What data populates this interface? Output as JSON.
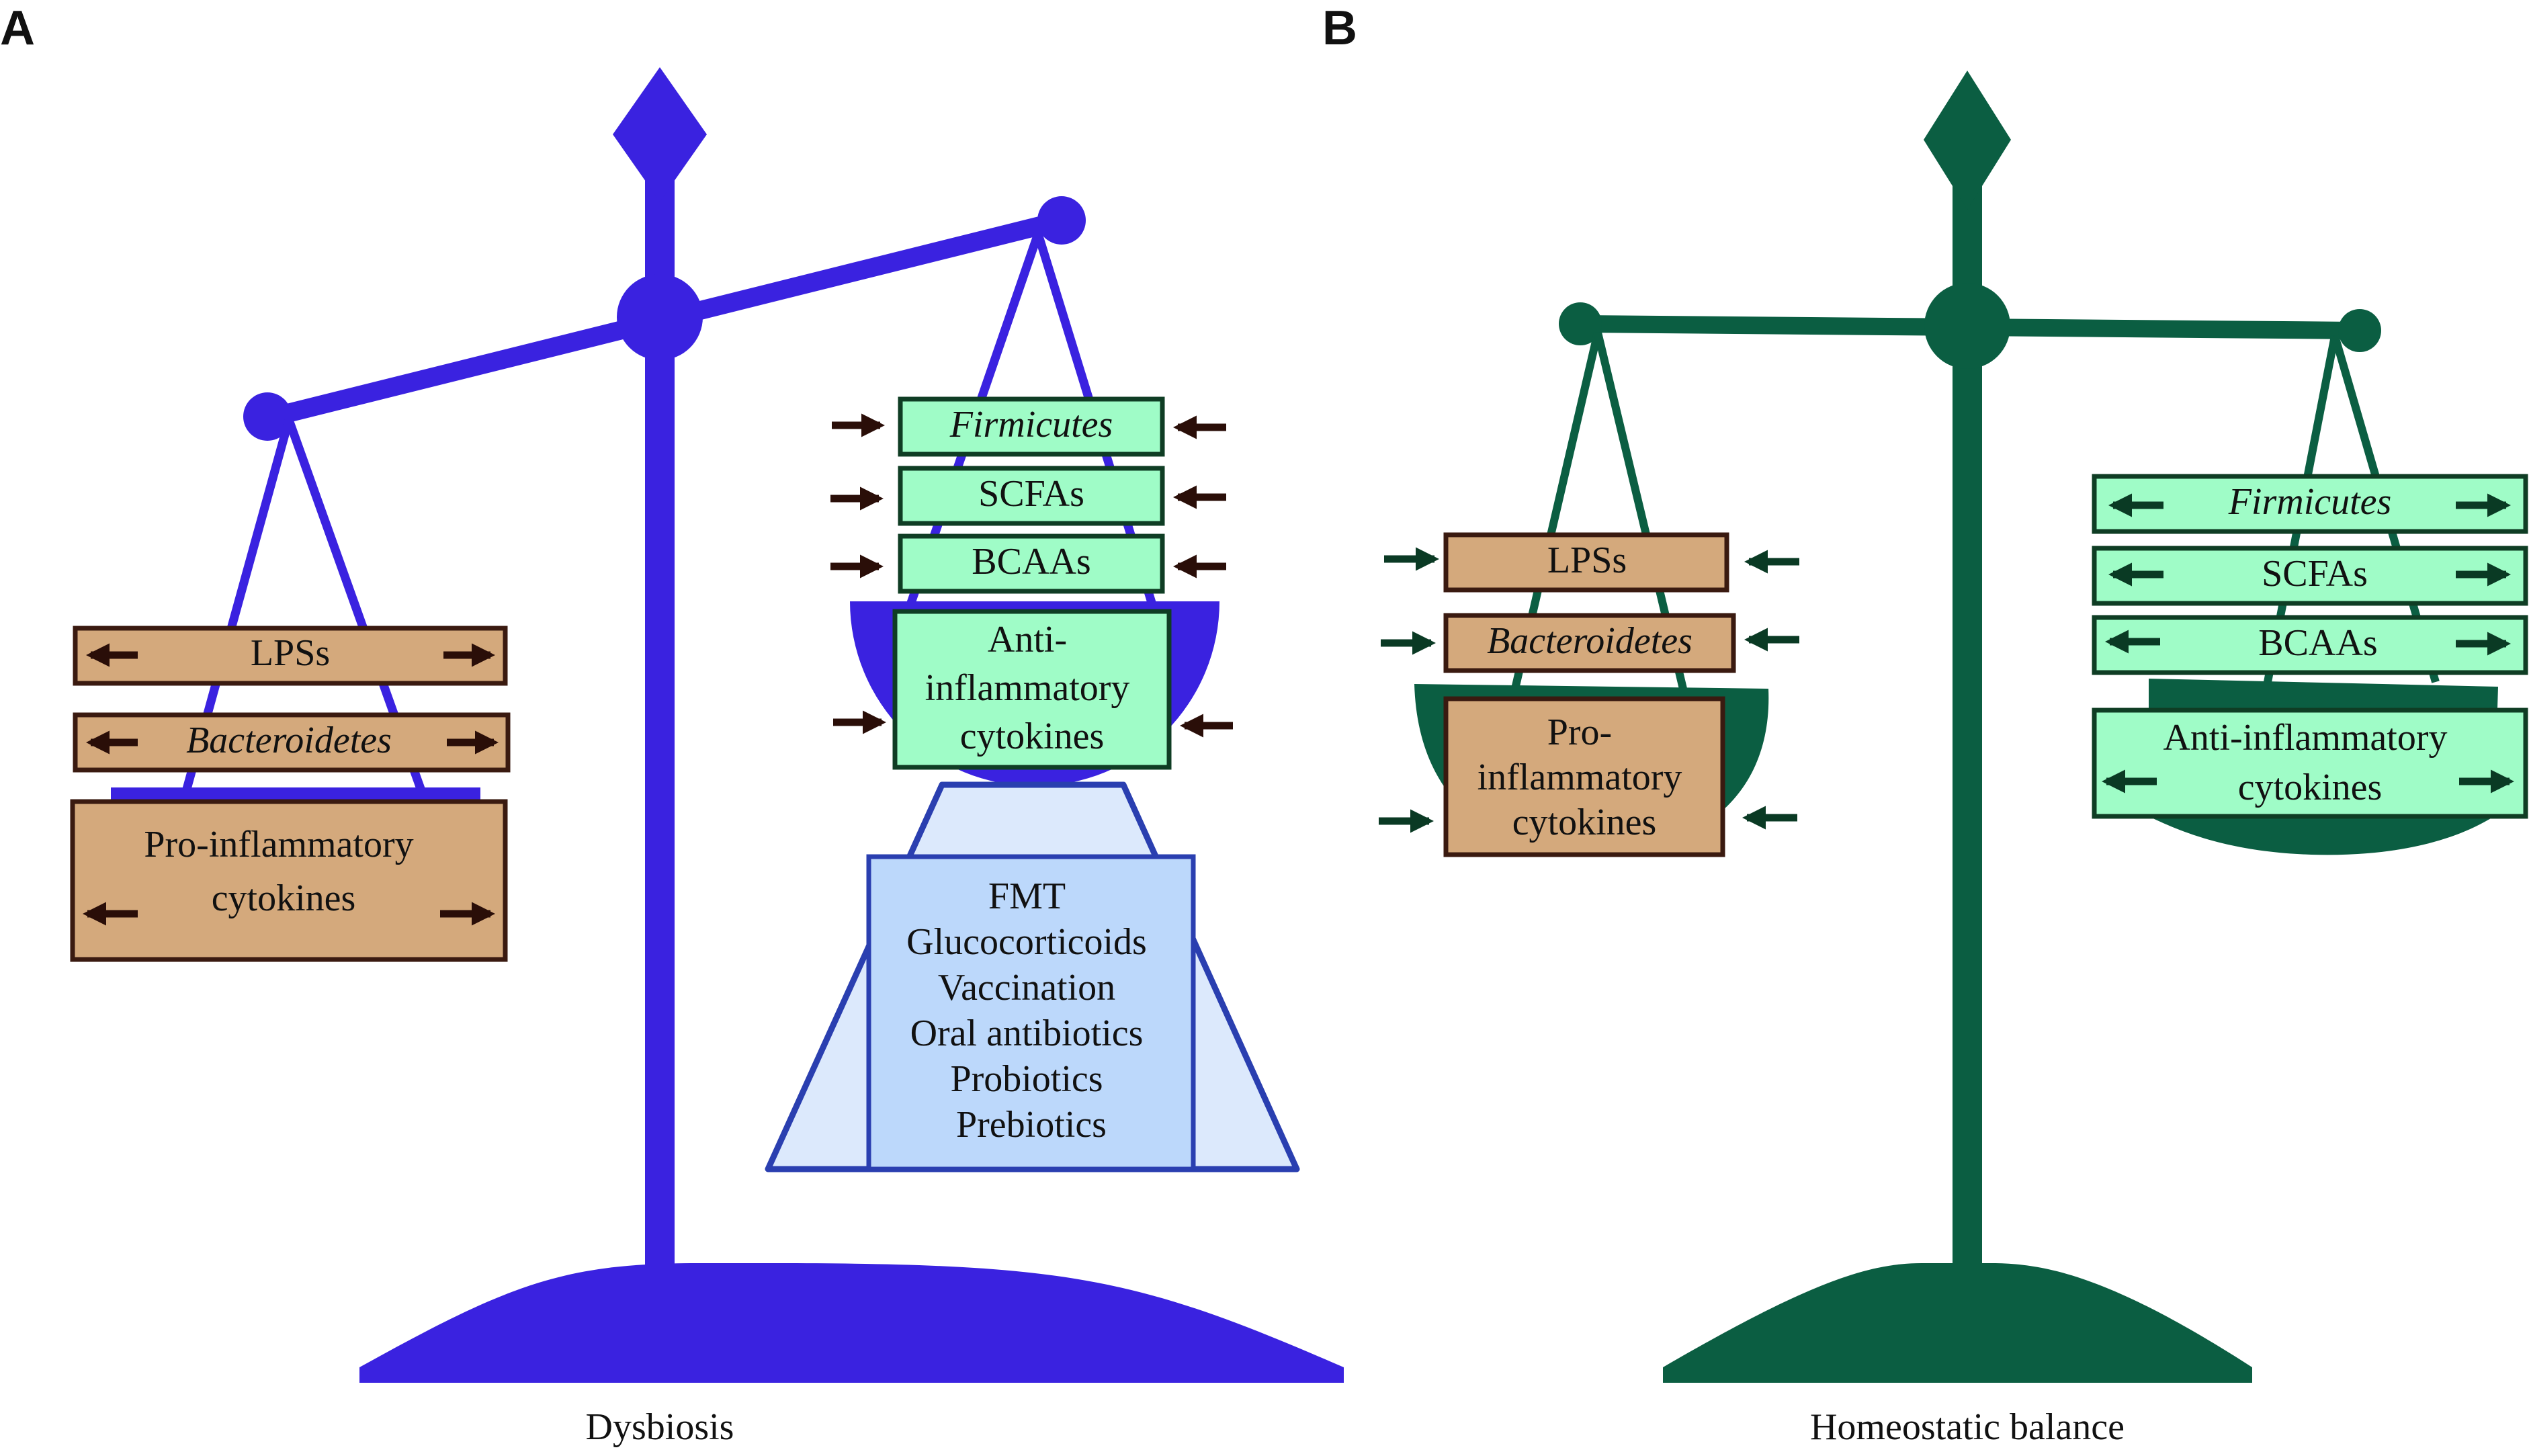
{
  "panels": {
    "a": {
      "letter": "A",
      "caption": "Dysbiosis",
      "color": "#3a22e0",
      "light_color": "#dce9fc",
      "left_pan": {
        "labels": [
          "LPSs",
          "Bacteroidetes"
        ],
        "cytokines": [
          "Pro-inflammatory",
          "cytokines"
        ]
      },
      "right_pan": {
        "labels": [
          "Firmicutes",
          "SCFAs",
          "BCAAs"
        ],
        "cytokines": [
          "Anti-",
          "inflammatory",
          "cytokines"
        ]
      },
      "treatments": [
        "FMT",
        "Glucocorticoids",
        "Vaccination",
        "Oral antibiotics",
        "Probiotics",
        "Prebiotics"
      ]
    },
    "b": {
      "letter": "B",
      "caption": "Homeostatic balance",
      "color": "#0b5e42",
      "left_pan": {
        "labels": [
          "LPSs",
          "Bacteroidetes"
        ],
        "cytokines": [
          "Pro-",
          "inflammatory",
          "cytokines"
        ]
      },
      "right_pan": {
        "labels": [
          "Firmicutes",
          "SCFAs",
          "BCAAs"
        ],
        "cytokines": [
          "Anti-inflammatory",
          "cytokines"
        ]
      }
    }
  },
  "colors": {
    "tan_fill": "#d4a97c",
    "tan_stroke": "#3a1a10",
    "green_fill": "#9ffcc7",
    "green_stroke": "#0f3d24",
    "blue_box_fill": "#bcd8fb",
    "blue_box_stroke": "#2a3fb0",
    "arrow_brown": "#2a0e08",
    "arrow_green": "#0a3a24"
  }
}
